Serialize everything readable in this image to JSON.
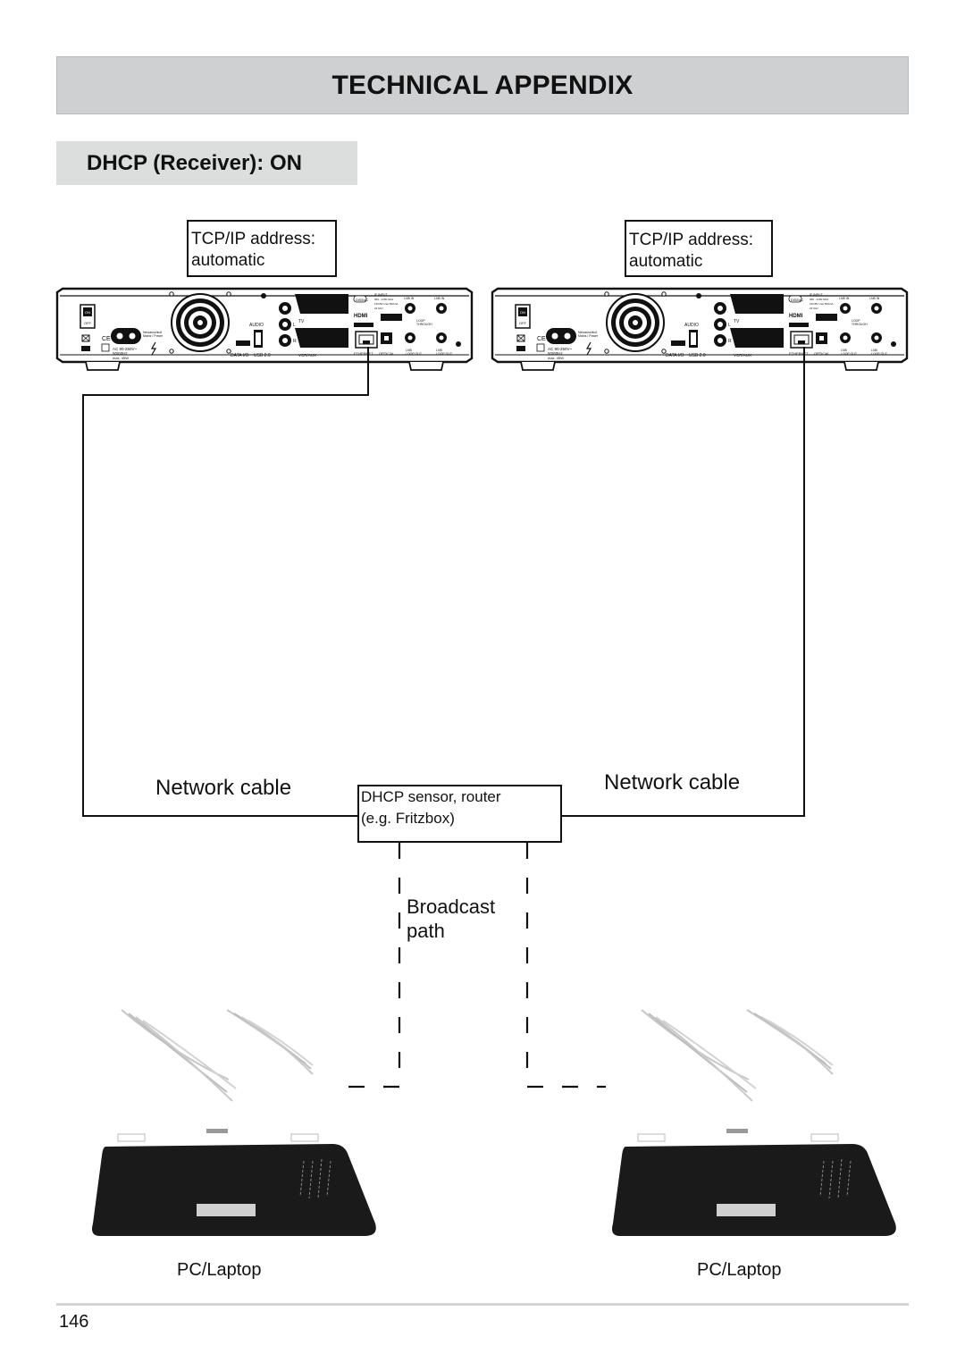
{
  "header": {
    "title": "TECHNICAL APPENDIX"
  },
  "section": {
    "title": "DHCP (Receiver): ON"
  },
  "diagram": {
    "receivers": [
      {
        "label_line1": "TCP/IP address:",
        "label_line2": "automatic"
      },
      {
        "label_line1": "TCP/IP address:",
        "label_line2": "automatic"
      }
    ],
    "receiver_panel": {
      "on_off": [
        "ON",
        "OFF"
      ],
      "audio": "AUDIO",
      "audio_l": "L",
      "audio_r": "R",
      "tv": "TV",
      "vcr_aux": "VCR/AUX",
      "data_io": "DATA I/O",
      "usb": "USB 2.0",
      "ethernet": "ETHERNET",
      "optical": "OPTICAL",
      "lnb_in": "LNB IN",
      "loop_through": "LOOP THROUGH",
      "loop_out": "LOOP OUT",
      "hdmi": "HDMI",
      "ac_in": "AC 90-250V~",
      "ac_freq": "50/60Hz",
      "power": "max. 45W"
    },
    "network_cable_left": "Network cable",
    "network_cable_right": "Network cable",
    "router": {
      "line1": "DHCP sensor, router",
      "line2": "(e.g. Fritzbox)"
    },
    "broadcast": {
      "line1": "Broadcast",
      "line2": "path"
    },
    "pcs": [
      {
        "label": "PC/Laptop"
      },
      {
        "label": "PC/Laptop"
      }
    ]
  },
  "footer": {
    "page_number": "146"
  }
}
